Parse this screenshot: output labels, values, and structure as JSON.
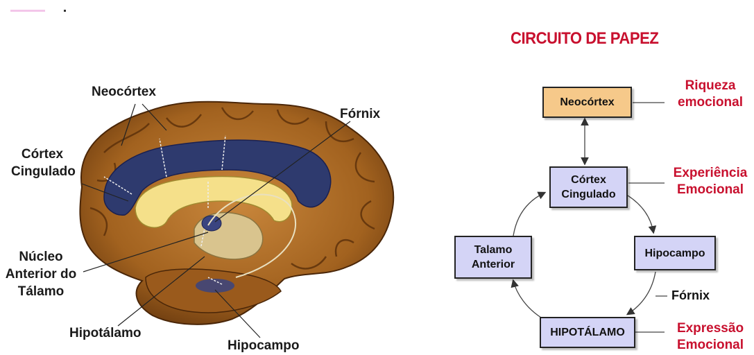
{
  "brain": {
    "labels": {
      "neocortex": "Neocórtex",
      "cortex_cingulado": [
        "Córtex",
        "Cingulado"
      ],
      "fornix": "Fórnix",
      "nucleo": [
        "Núcleo",
        "Anterior do",
        "Tálamo"
      ],
      "hipotalamo": "Hipotálamo",
      "hipocampo": "Hipocampo"
    }
  },
  "circuit": {
    "title": "CIRCUITO DE PAPEZ",
    "boxes": {
      "neocortex": "Neocórtex",
      "cortex_cingulado": [
        "Córtex",
        "Cingulado"
      ],
      "hipocampo": "Hipocampo",
      "hipotalamo": "HIPOTÁLAMO",
      "talamo": [
        "Talamo",
        "Anterior"
      ]
    },
    "fornix": "Fórnix",
    "annotations": {
      "riqueza": [
        "Riqueza",
        "emocional"
      ],
      "experiencia": [
        "Experiência",
        "Emocional"
      ],
      "expressao": [
        "Expressão",
        "Emocional"
      ]
    },
    "colors": {
      "title": "#c8102e",
      "neocortex_box": "#f6c98a",
      "other_boxes": "#d4d4f6"
    }
  }
}
